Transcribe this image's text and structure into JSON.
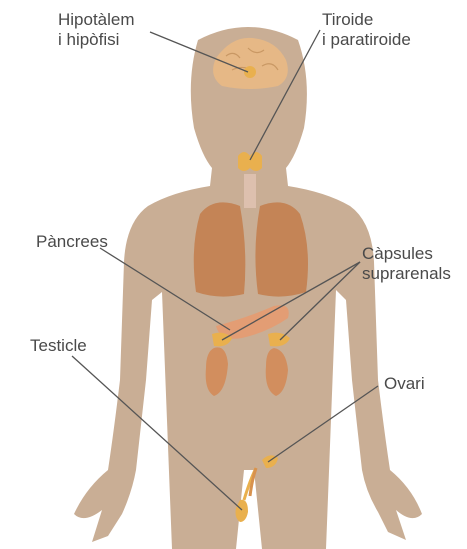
{
  "labels": {
    "hypothalamus": {
      "line1": "Hipotàlem",
      "line2": "i hipòfisi"
    },
    "thyroid": {
      "line1": "Tiroide",
      "line2": "i paratiroide"
    },
    "pancreas": {
      "line1": "Pàncrees"
    },
    "adrenal": {
      "line1": "Càpsules",
      "line2": "suprarenals"
    },
    "testicle": {
      "line1": "Testicle"
    },
    "ovary": {
      "line1": "Ovari"
    }
  },
  "colors": {
    "body": "#c9ae95",
    "brain": "#e6b886",
    "lung": "#c48456",
    "gland": "#e9b04e",
    "pancreas": "#e39d74",
    "leader_line": "#555555",
    "text": "#4a4a4a"
  }
}
